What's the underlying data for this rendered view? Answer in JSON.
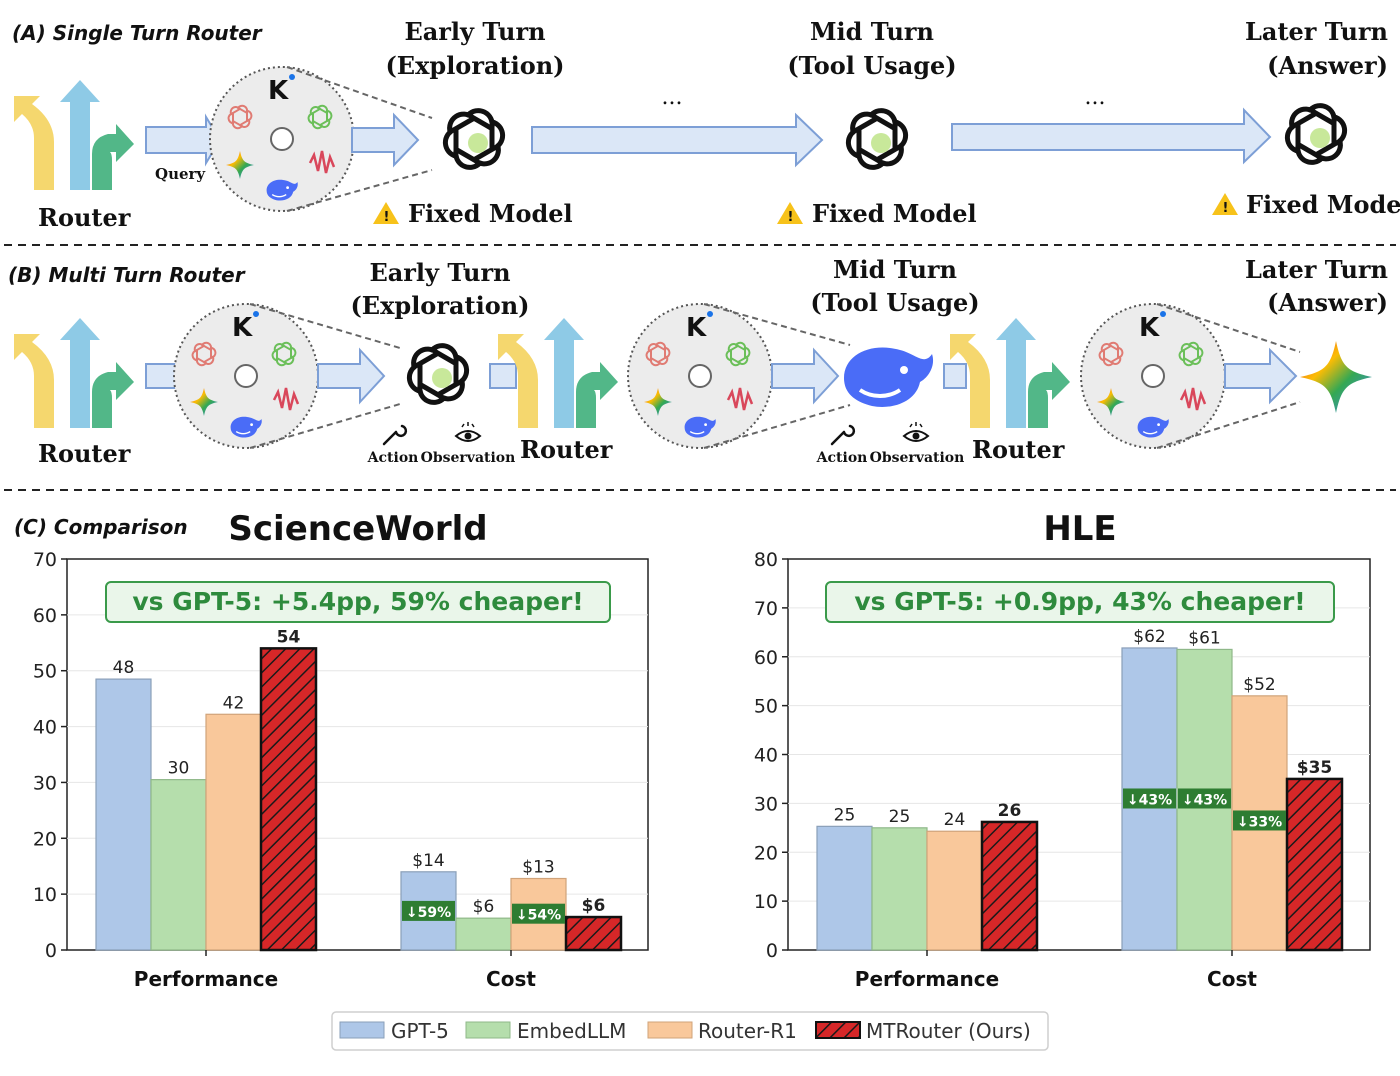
{
  "section_a": {
    "label": "(A) Single Turn Router",
    "router_label": "Router",
    "query_label": "Query",
    "early_turn": {
      "line1": "Early Turn",
      "line2": "(Exploration)"
    },
    "mid_turn": {
      "line1": "Mid Turn",
      "line2": "(Tool Usage)"
    },
    "later_turn": {
      "line1": "Later Turn",
      "line2": "(Answer)"
    },
    "fixed_model": "Fixed Model",
    "ellipsis": "..."
  },
  "section_b": {
    "label": "(B) Multi Turn Router",
    "router_label": "Router",
    "early_turn": {
      "line1": "Early Turn",
      "line2": "(Exploration)"
    },
    "mid_turn": {
      "line1": "Mid Turn",
      "line2": "(Tool Usage)"
    },
    "later_turn": {
      "line1": "Later Turn",
      "line2": "(Answer)"
    },
    "action": "Action",
    "observation": "Observation"
  },
  "section_c": {
    "label": "(C) Comparison"
  },
  "colors": {
    "gpt5": "#aec7e8",
    "embedllm": "#b5deac",
    "routerr1": "#f9c89b",
    "mtrouter": "#d62728",
    "callout_border": "#3a9a4a",
    "callout_fill": "#eaf6ea",
    "callout_text": "#2e8b3d",
    "badge": "#2e7d32",
    "router_yellow": "#f5d76e",
    "router_blue": "#8ecae6",
    "router_green": "#52b788",
    "arrow_fill": "#dbe7f7",
    "arrow_stroke": "#7d9fd6"
  },
  "icons": [
    "router-arrows-icon",
    "openai-logo-icon",
    "kimi-logo-icon",
    "gemini-star-icon",
    "deepseek-whale-icon",
    "audio-wave-icon",
    "warning-icon",
    "wrench-icon",
    "eye-icon"
  ],
  "chart_data": [
    {
      "type": "bar",
      "title": "ScienceWorld",
      "categories": [
        "Performance",
        "Cost"
      ],
      "ylim": [
        0,
        70
      ],
      "yticks": [
        0,
        10,
        20,
        30,
        40,
        50,
        60,
        70
      ],
      "grid": true,
      "callout": "vs GPT-5: +5.4pp, 59% cheaper!",
      "series": [
        {
          "name": "GPT-5",
          "values": [
            48.5,
            14.0
          ],
          "labels": [
            "48",
            "$14"
          ]
        },
        {
          "name": "EmbedLLM",
          "values": [
            30.5,
            5.7
          ],
          "labels": [
            "30",
            "$6"
          ]
        },
        {
          "name": "Router-R1",
          "values": [
            42.2,
            12.8
          ],
          "labels": [
            "42",
            "$13"
          ]
        },
        {
          "name": "MTRouter (Ours)",
          "values": [
            54.0,
            5.9
          ],
          "labels": [
            "54",
            "$6"
          ]
        }
      ],
      "badges": [
        {
          "category": "Cost",
          "series": "GPT-5",
          "text": "↓59%",
          "value": 7.0
        },
        {
          "category": "Cost",
          "series": "Router-R1",
          "text": "↓54%",
          "value": 6.5
        }
      ]
    },
    {
      "type": "bar",
      "title": "HLE",
      "categories": [
        "Performance",
        "Cost"
      ],
      "ylim": [
        0,
        80
      ],
      "yticks": [
        0,
        10,
        20,
        30,
        40,
        50,
        60,
        70,
        80
      ],
      "grid": true,
      "callout": "vs GPT-5: +0.9pp, 43% cheaper!",
      "series": [
        {
          "name": "GPT-5",
          "values": [
            25.3,
            61.8
          ],
          "labels": [
            "25",
            "$62"
          ]
        },
        {
          "name": "EmbedLLM",
          "values": [
            25.0,
            61.5
          ],
          "labels": [
            "25",
            "$61"
          ]
        },
        {
          "name": "Router-R1",
          "values": [
            24.3,
            52.0
          ],
          "labels": [
            "24",
            "$52"
          ]
        },
        {
          "name": "MTRouter (Ours)",
          "values": [
            26.2,
            35.0
          ],
          "labels": [
            "26",
            "$35"
          ]
        }
      ],
      "badges": [
        {
          "category": "Cost",
          "series": "GPT-5",
          "text": "↓43%",
          "value": 31.0
        },
        {
          "category": "Cost",
          "series": "EmbedLLM",
          "text": "↓43%",
          "value": 31.0
        },
        {
          "category": "Cost",
          "series": "Router-R1",
          "text": "↓33%",
          "value": 26.5
        }
      ]
    }
  ],
  "legend": {
    "placement": "bottom-center",
    "items": [
      "GPT-5",
      "EmbedLLM",
      "Router-R1",
      "MTRouter (Ours)"
    ]
  }
}
